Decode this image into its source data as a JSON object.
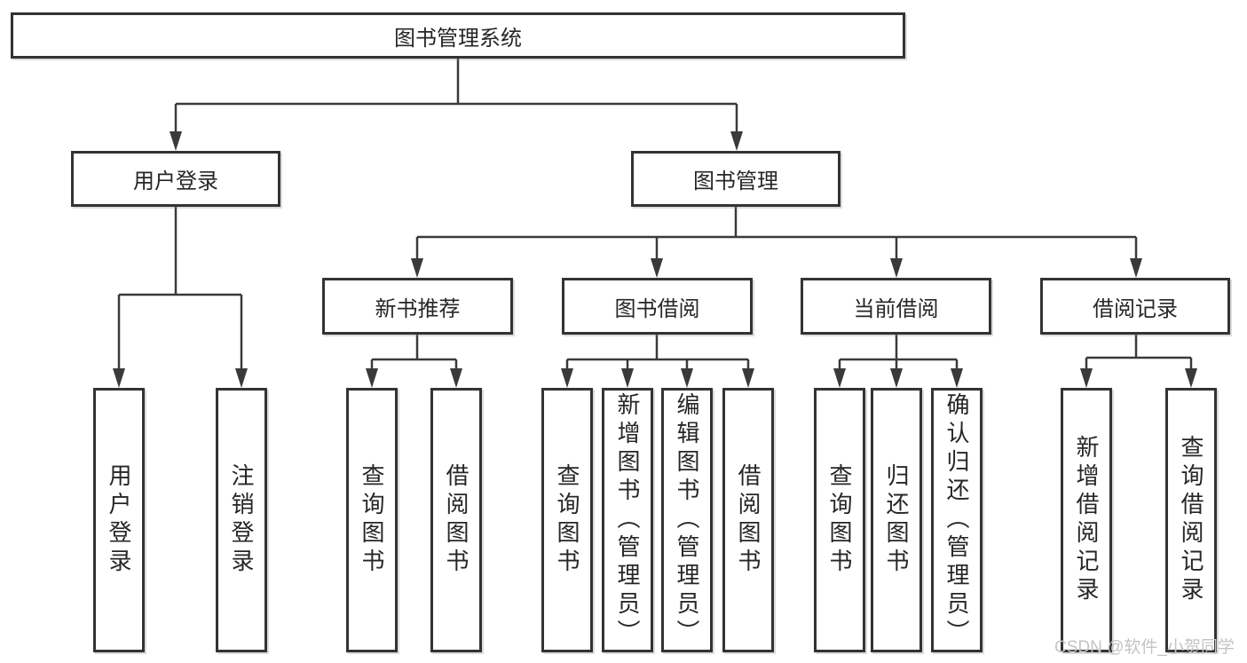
{
  "diagram_title": "图书管理系统",
  "nodes": {
    "root": "图书管理系统",
    "user_login": "用户登录",
    "book_mgmt": "图书管理",
    "login": "用户登录",
    "logout": "注销登录",
    "new_book_rec": "新书推荐",
    "book_borrow": "图书借阅",
    "current_borrow": "当前借阅",
    "borrow_records": "借阅记录",
    "nbr_query_book": "查询图书",
    "nbr_borrow_book": "借阅图书",
    "bb_query_book": "查询图书",
    "bb_add_book": "新增图书（管理员）",
    "bb_edit_book": "编辑图书（管理员）",
    "bb_borrow_book": "借阅图书",
    "cb_query_book": "查询图书",
    "cb_return_book": "归还图书",
    "cb_confirm_return": "确认归还（管理员）",
    "br_add_record": "新增借阅记录",
    "br_query_record": "查询借阅记录"
  },
  "structure": {
    "图书管理系统": {
      "用户登录": [
        "用户登录",
        "注销登录"
      ],
      "图书管理": {
        "新书推荐": [
          "查询图书",
          "借阅图书"
        ],
        "图书借阅": [
          "查询图书",
          "新增图书（管理员）",
          "编辑图书（管理员）",
          "借阅图书"
        ],
        "当前借阅": [
          "查询图书",
          "归还图书",
          "确认归还（管理员）"
        ],
        "借阅记录": [
          "新增借阅记录",
          "查询借阅记录"
        ]
      }
    }
  },
  "watermark": "CSDN @软件_小贺同学",
  "colors": {
    "line": "#3a3a3a",
    "box_border": "#333333",
    "box_fill": "#ffffff",
    "text": "#262626",
    "watermark": "#c4c4c4"
  }
}
